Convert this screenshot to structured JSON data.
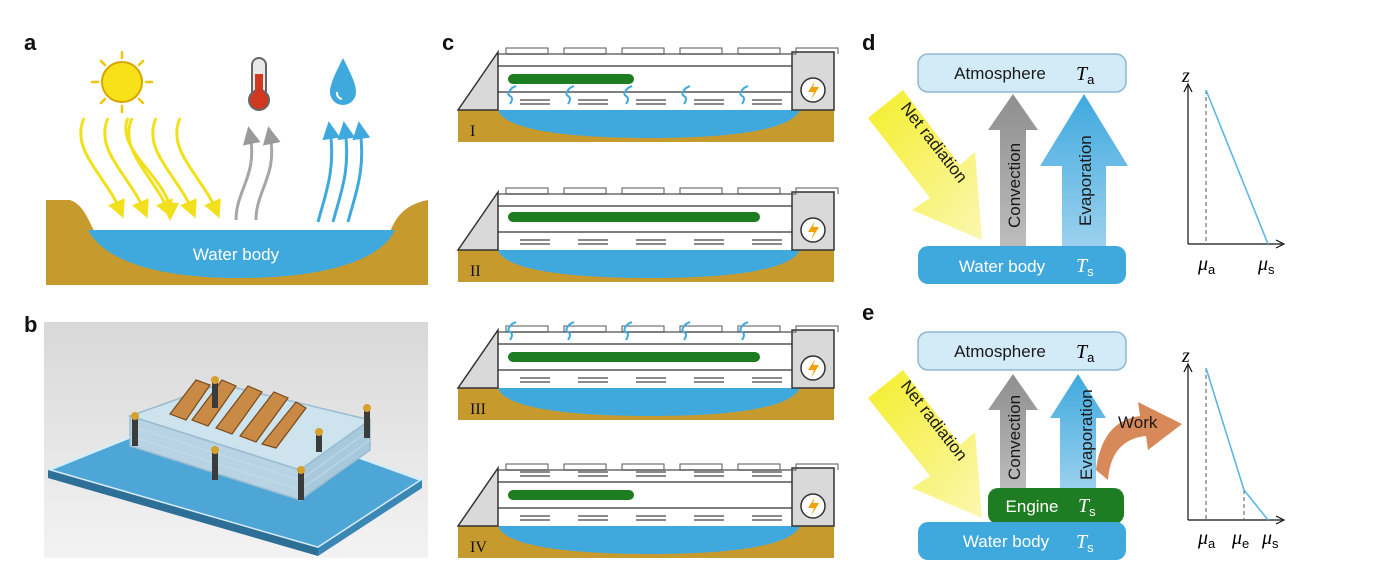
{
  "panels": {
    "a": {
      "label": "a",
      "water_label": "Water body"
    },
    "b": {
      "label": "b"
    },
    "c": {
      "label": "c",
      "states": [
        "I",
        "II",
        "III",
        "IV"
      ]
    },
    "d": {
      "label": "d",
      "atmosphere": "Atmosphere",
      "atm_sym": "T",
      "atm_sub": "a",
      "water": "Water body",
      "water_sym": "T",
      "water_sub": "s",
      "arrows": {
        "radiation": "Net radiation",
        "convection": "Convection",
        "evaporation": "Evaporation"
      },
      "plot": {
        "y_axis": "z",
        "x_ticks": [
          {
            "sym": "μ",
            "sub": "a"
          },
          {
            "sym": "μ",
            "sub": "s"
          }
        ]
      }
    },
    "e": {
      "label": "e",
      "atmosphere": "Atmosphere",
      "atm_sym": "T",
      "atm_sub": "a",
      "engine": "Engine",
      "engine_sym": "T",
      "engine_sub": "s",
      "water": "Water body",
      "water_sym": "T",
      "water_sub": "s",
      "arrows": {
        "radiation": "Net radiation",
        "convection": "Convection",
        "evaporation": "Evaporation",
        "work": "Work"
      },
      "plot": {
        "y_axis": "z",
        "x_ticks": [
          {
            "sym": "μ",
            "sub": "a"
          },
          {
            "sym": "μ",
            "sub": "e"
          },
          {
            "sym": "μ",
            "sub": "s"
          }
        ]
      }
    }
  },
  "colors": {
    "water": "#3fa9de",
    "ground": "#c79a2e",
    "sun": "#f7e21a",
    "engine": "#1e7d22",
    "atmosphere": "#d3eaf7",
    "convection": "#a9a9a9",
    "work": "#d7895a"
  }
}
